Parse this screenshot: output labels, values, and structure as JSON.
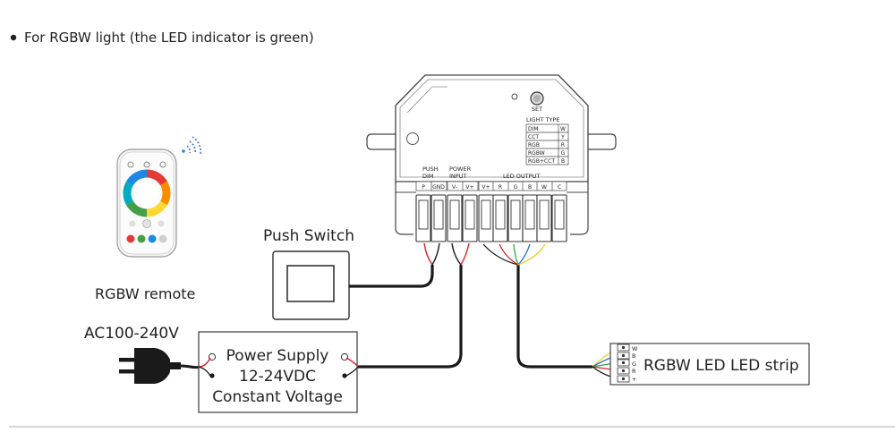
{
  "header": {
    "bullet_text": "For RGBW light (the LED indicator is green)"
  },
  "remote": {
    "label": "RGBW remote"
  },
  "push_switch": {
    "label": "Push Switch"
  },
  "ac_input": {
    "label": "AC100-240V"
  },
  "power_supply": {
    "line1": "Power Supply",
    "line2": "12-24VDC",
    "line3": "Constant Voltage"
  },
  "controller": {
    "set_label": "SET",
    "light_type_title": "LIGHT TYPE",
    "light_types": [
      {
        "name": "DIM",
        "code": "W"
      },
      {
        "name": "CCT",
        "code": "Y"
      },
      {
        "name": "RGB",
        "code": "R"
      },
      {
        "name": "RGBW",
        "code": "G"
      },
      {
        "name": "RGB+CCT",
        "code": "B"
      }
    ],
    "group_push_dim": [
      "PUSH",
      "DIM"
    ],
    "group_power_input": [
      "POWER",
      "INPUT"
    ],
    "group_led_output": "LED OUTPUT",
    "terminals": [
      "P",
      "GND",
      "V-",
      "V+",
      "V+",
      "R",
      "G",
      "B",
      "W",
      "C"
    ]
  },
  "led_strip": {
    "label": "RGBW LED LED strip",
    "pins": [
      "W",
      "B",
      "G",
      "R",
      "+"
    ]
  },
  "colors": {
    "wire_black": "#1a1a1a",
    "wire_red": "#e02020",
    "wire_green": "#2fa84f",
    "wire_blue": "#2a6fd6",
    "wire_yellow": "#e8d020",
    "outline": "#333333"
  }
}
